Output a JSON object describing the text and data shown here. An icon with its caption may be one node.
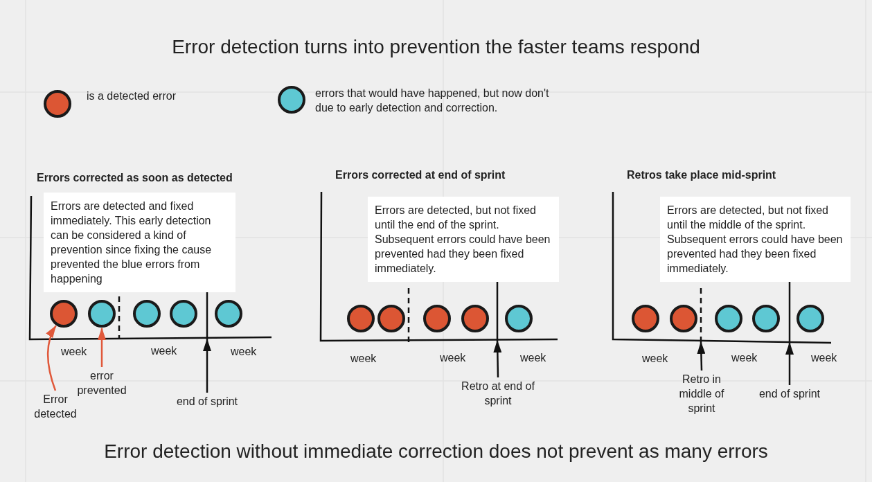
{
  "diagram": {
    "title": "Error detection turns into prevention the faster teams respond",
    "caption": "Error detection without immediate correction does not prevent as many errors",
    "nodes": [
      {
        "text": [
          "Errors are detected and fixed immediately. This early detection can be considered a kind of prevention since fixing the cause prevented the blue errors from happening"
        ]
      },
      {
        "text": [],
        "shape": "circle"
      },
      {
        "text": [],
        "shape": "circle"
      },
      {
        "text": [],
        "shape": "circle"
      },
      {
        "text": [],
        "shape": "circle"
      },
      {
        "text": [],
        "shape": "circle"
      },
      {
        "text": [
          "Error detected"
        ]
      },
      {
        "text": [
          "error prevented"
        ]
      },
      {
        "text": [
          "end of sprint"
        ]
      },
      {
        "text": [
          "Errors are detected, but not fixed until the end of the sprint. Subsequent errors could have been prevented had they been fixed immediately."
        ]
      },
      {
        "text": [],
        "shape": "circle"
      },
      {
        "text": [],
        "shape": "circle"
      },
      {
        "text": [],
        "shape": "circle"
      },
      {
        "text": [],
        "shape": "circle"
      },
      {
        "text": [],
        "shape": "circle"
      },
      {
        "text": [
          "Retro at end of sprint"
        ]
      },
      {
        "text": [
          "Errors are detected, but not fixed until the middle of the sprint. Subsequent errors could have been prevented had they been fixed immediately."
        ]
      },
      {
        "text": [],
        "shape": "circle"
      },
      {
        "text": [],
        "shape": "circle"
      },
      {
        "text": [],
        "shape": "circle"
      },
      {
        "text": [],
        "shape": "circle"
      },
      {
        "text": [],
        "shape": "circle"
      },
      {
        "text": [
          "Retro in middle of sprint"
        ]
      },
      {
        "text": [
          "end of sprint"
        ]
      },
      {
        "text": [],
        "shape": "bar"
      },
      {
        "text": [],
        "shape": "bar"
      },
      {
        "text": [],
        "shape": "bar"
      },
      {
        "text": [],
        "shape": "bar"
      }
    ],
    "edges": [
      {
        "from": 6,
        "to": 1,
        "arrow": "to",
        "color": "#e0583a"
      },
      {
        "from": 7,
        "to": 2,
        "arrow": "to",
        "color": "#e0583a"
      },
      {
        "from": 8,
        "to": 24,
        "arrow": "to"
      },
      {
        "from": 15,
        "to": 25,
        "arrow": "to"
      },
      {
        "from": 22,
        "to": 26,
        "arrow": "to"
      },
      {
        "from": 23,
        "to": 27,
        "arrow": "to"
      }
    ],
    "labels": [
      "Errors corrected as soon as detected",
      "Errors corrected at end of sprint",
      "Retros take place mid-sprint",
      "week",
      "week",
      "week",
      "week",
      "week",
      "week",
      "week",
      "week",
      "week"
    ],
    "legend": [
      {
        "text": "is a detected error",
        "color": "#dc5634"
      },
      {
        "text": "errors that would have happened, but now don't due to early detection and correction.",
        "color": "#5ec8d3"
      }
    ]
  }
}
